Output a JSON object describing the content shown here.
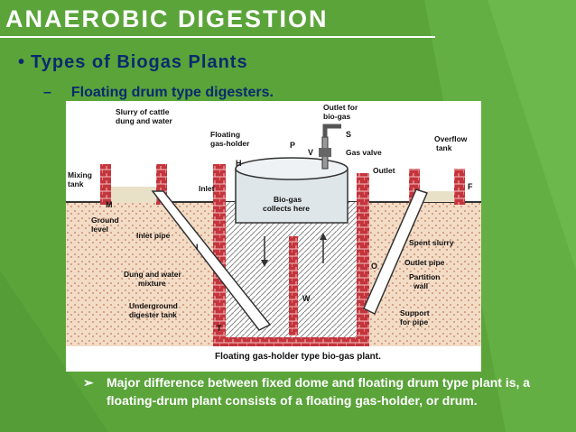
{
  "slide": {
    "title": "ANAEROBIC DIGESTION",
    "bullet_level1": "Types of Biogas Plants",
    "bullet_level2": "Floating drum type digesters.",
    "paragraph": "Major difference between fixed dome and floating drum type plant is, a floating-drum plant consists of a floating gas-holder, or drum."
  },
  "diagram": {
    "caption": "Floating gas-holder type bio-gas plant.",
    "labels": {
      "slurry_line1": "Slurry of cattle",
      "slurry_line2": "dung and water",
      "floating_line1": "Floating",
      "floating_line2": "gas-holder",
      "outlet_biogas_line1": "Outlet for",
      "outlet_biogas_line2": "bio-gas",
      "gas_valve": "Gas valve",
      "overflow_line1": "Overflow",
      "overflow_line2": "tank",
      "outlet": "Outlet",
      "mixing_line1": "Mixing",
      "mixing_line2": "tank",
      "inlet": "Inlet",
      "biogas_line1": "Bio-gas",
      "biogas_line2": "collects here",
      "ground_line1": "Ground",
      "ground_line2": "level",
      "inlet_pipe": "Inlet pipe",
      "spent_slurry": "Spent slurry",
      "outlet_pipe": "Outlet pipe",
      "dung_line1": "Dung and water",
      "dung_line2": "mixture",
      "partition_line1": "Partition",
      "partition_line2": "wall",
      "underground_line1": "Underground",
      "underground_line2": "digester tank",
      "support_line1": "Support",
      "support_line2": "for pipe",
      "letter_s": "S",
      "letter_p": "P",
      "letter_v": "V",
      "letter_h": "H",
      "letter_m": "M",
      "letter_f": "F",
      "letter_i": "I",
      "letter_o": "O",
      "letter_w": "W",
      "letter_t": "T"
    }
  },
  "colors": {
    "background": "#5aa43a",
    "title": "#ffffff",
    "bullets": "#0a2a6e",
    "brick": "#b8323a",
    "ground": "#e8c8a8"
  }
}
